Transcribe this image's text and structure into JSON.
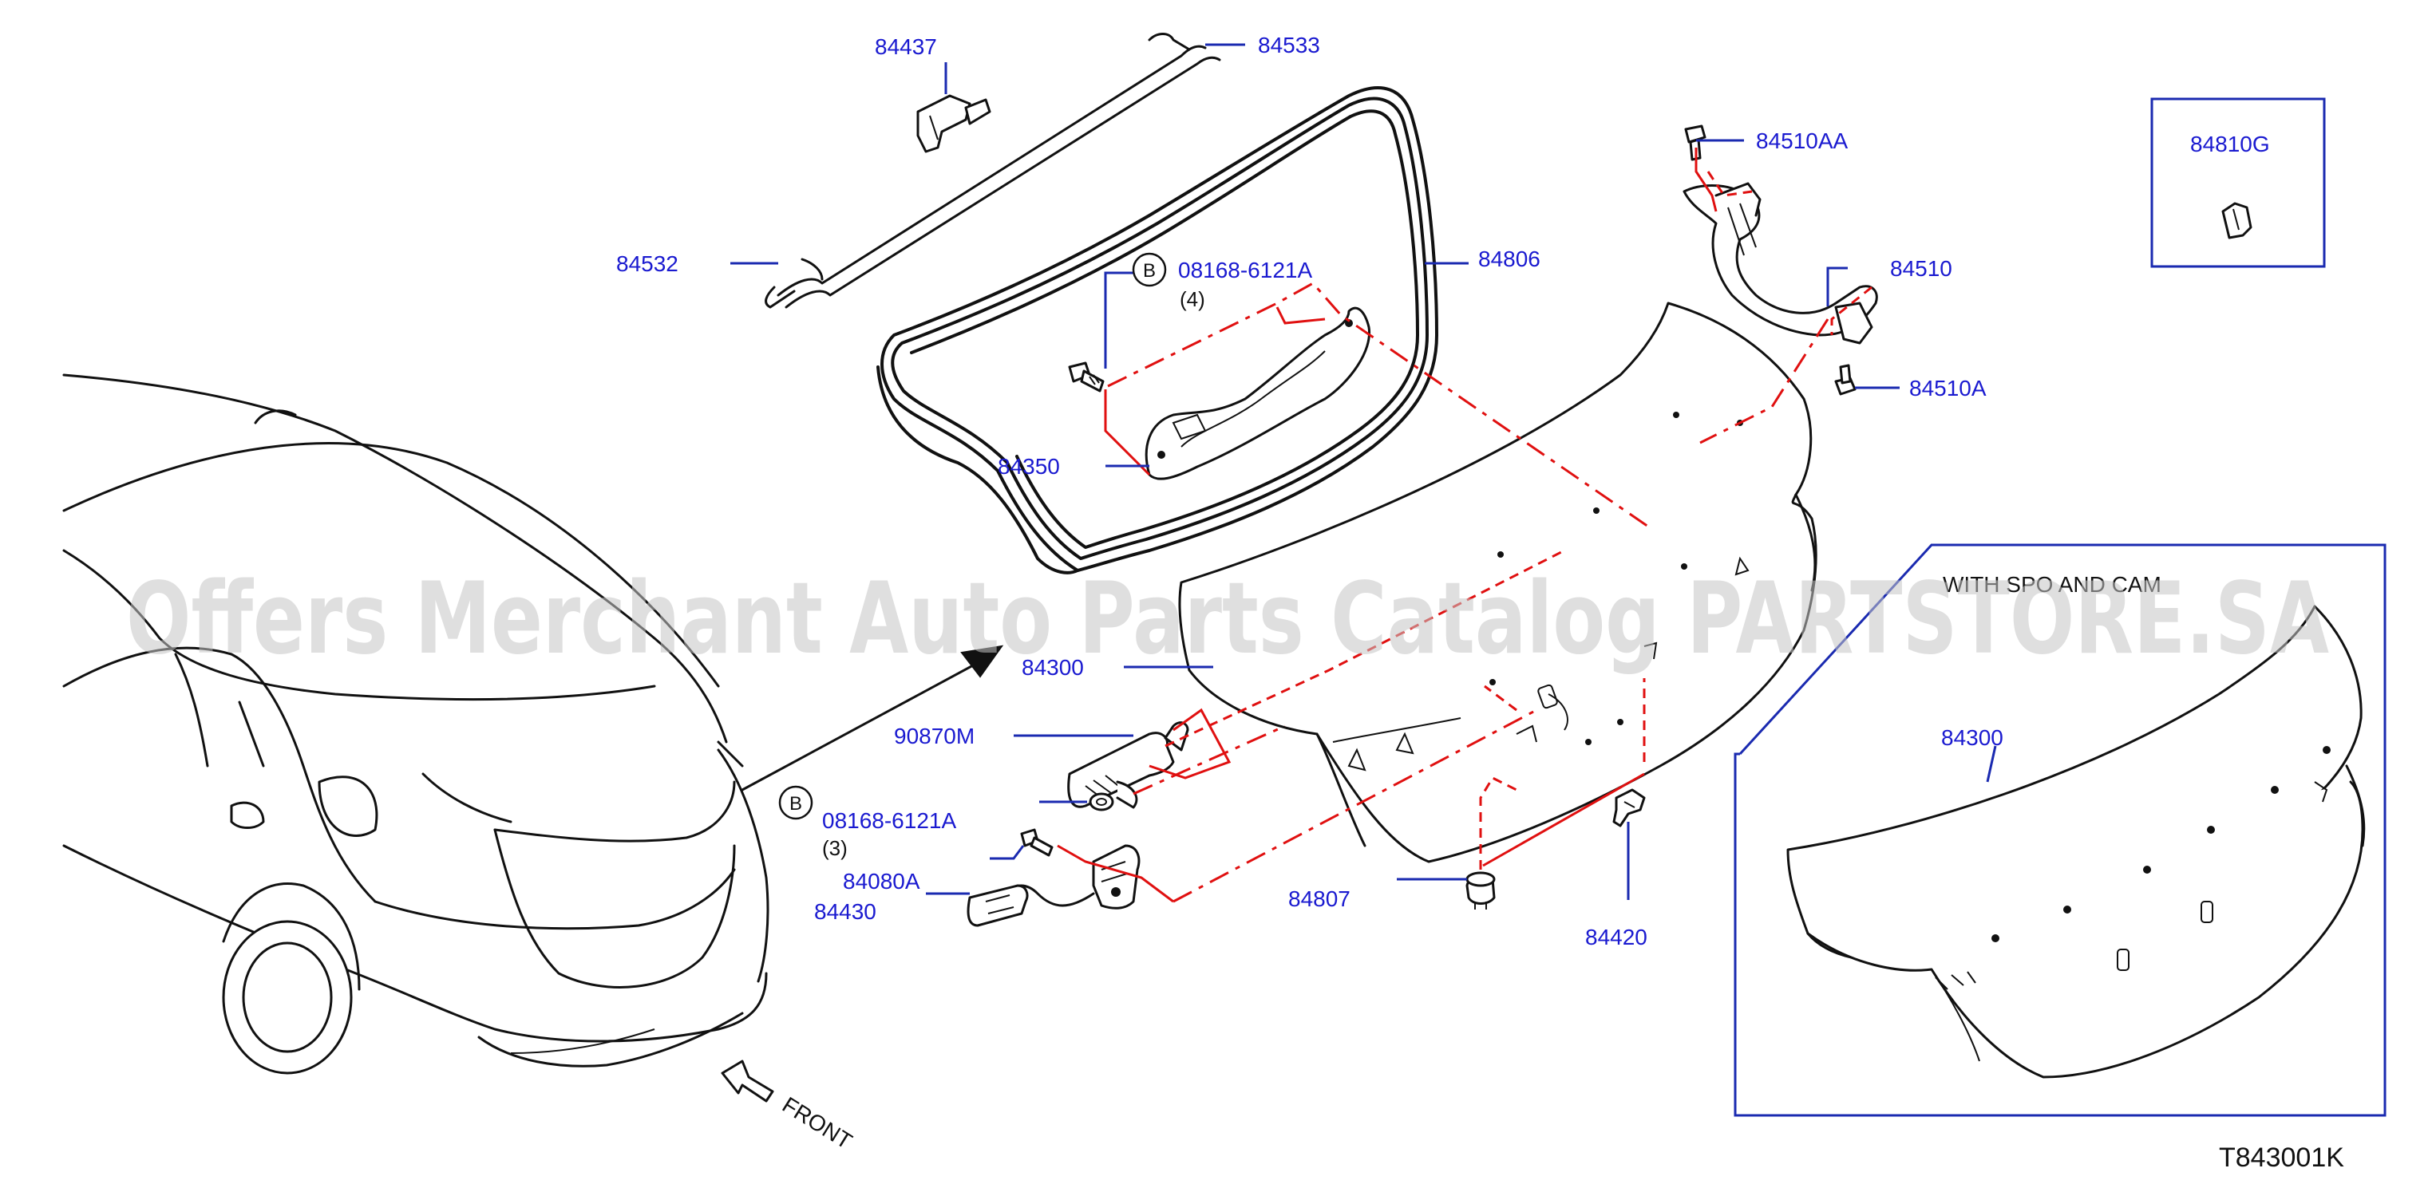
{
  "diagram": {
    "labels": {
      "p84437": "84437",
      "p84533": "84533",
      "p84532": "84532",
      "p84806": "84806",
      "p08168_upper": "08168-6121A",
      "p08168_upper_qty": "(4)",
      "p84350": "84350",
      "p84510AA": "84510AA",
      "p84510": "84510",
      "p84510A": "84510A",
      "p84810G": "84810G",
      "p84300": "84300",
      "p90870M": "90870M",
      "p08168_lower": "08168-6121A",
      "p08168_lower_qty": "(3)",
      "p84080A": "84080A",
      "p84430": "84430",
      "p84807": "84807",
      "p84420": "84420",
      "p84300_inset": "84300"
    },
    "circle_marker": "B",
    "inset_title": "WITH SPO AND CAM",
    "front_label": "FRONT",
    "ref_code": "T843001K",
    "watermark": "Offers Merchant Auto Parts Catalog PARTSTORE.SA"
  },
  "colors": {
    "label": "#1a1ad0",
    "leader": "#1a2ab0",
    "dashed_guides": "#e01010",
    "linework": "#111111"
  }
}
